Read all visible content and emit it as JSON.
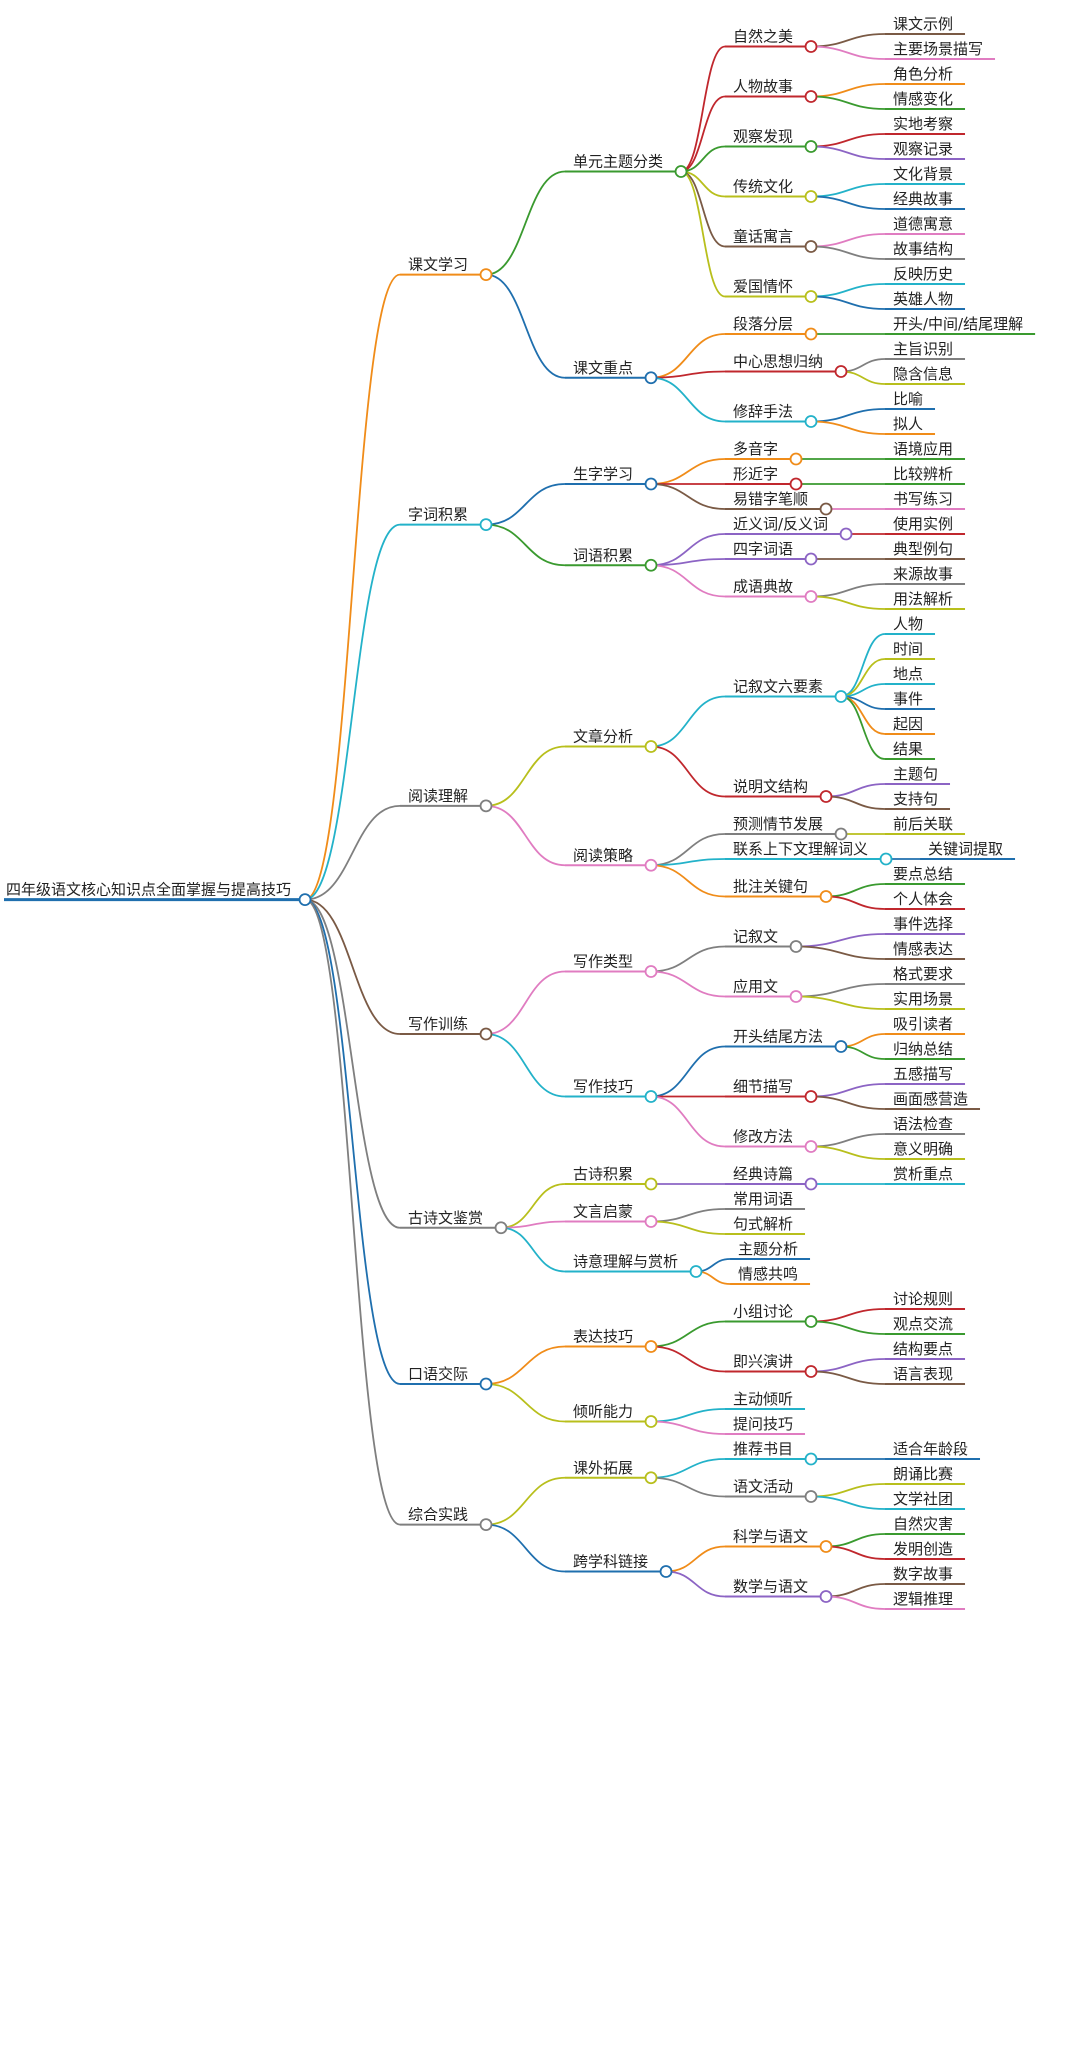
{
  "root": {
    "label": "四年级语文核心知识点全面掌握与提高技巧",
    "color": "#1f6fae",
    "children": [
      {
        "label": "课文学习",
        "color": "#f08c19",
        "children": [
          {
            "label": "单元主题分类",
            "color": "#3a9a2f",
            "children": [
              {
                "label": "自然之美",
                "color": "#c0272d",
                "children": [
                  {
                    "label": "课文示例",
                    "color": "#7a5a45"
                  },
                  {
                    "label": "主要场景描写",
                    "color": "#e07cc1"
                  }
                ]
              },
              {
                "label": "人物故事",
                "color": "#c0272d",
                "children": [
                  {
                    "label": "角色分析",
                    "color": "#f08c19"
                  },
                  {
                    "label": "情感变化",
                    "color": "#3a9a2f"
                  }
                ]
              },
              {
                "label": "观察发现",
                "color": "#3a9a2f",
                "children": [
                  {
                    "label": "实地考察",
                    "color": "#c0272d"
                  },
                  {
                    "label": "观察记录",
                    "color": "#8c64c4"
                  }
                ]
              },
              {
                "label": "传统文化",
                "color": "#b8bf1c",
                "children": [
                  {
                    "label": "文化背景",
                    "color": "#23b2c9"
                  },
                  {
                    "label": "经典故事",
                    "color": "#1f6fae"
                  }
                ]
              },
              {
                "label": "童话寓言",
                "color": "#7a5a45",
                "children": [
                  {
                    "label": "道德寓意",
                    "color": "#e07cc1"
                  },
                  {
                    "label": "故事结构",
                    "color": "#7f7f7f"
                  }
                ]
              },
              {
                "label": "爱国情怀",
                "color": "#b8bf1c",
                "children": [
                  {
                    "label": "反映历史",
                    "color": "#23b2c9"
                  },
                  {
                    "label": "英雄人物",
                    "color": "#1f6fae"
                  }
                ]
              }
            ]
          },
          {
            "label": "课文重点",
            "color": "#1f6fae",
            "children": [
              {
                "label": "段落分层",
                "color": "#f08c19",
                "children": [
                  {
                    "label": "开头/中间/结尾理解",
                    "color": "#3a9a2f"
                  }
                ]
              },
              {
                "label": "中心思想归纳",
                "color": "#c0272d",
                "children": [
                  {
                    "label": "主旨识别",
                    "color": "#7f7f7f"
                  },
                  {
                    "label": "隐含信息",
                    "color": "#b8bf1c"
                  }
                ]
              },
              {
                "label": "修辞手法",
                "color": "#23b2c9",
                "children": [
                  {
                    "label": "比喻",
                    "color": "#1f6fae"
                  },
                  {
                    "label": "拟人",
                    "color": "#f08c19"
                  }
                ]
              }
            ]
          }
        ]
      },
      {
        "label": "字词积累",
        "color": "#23b2c9",
        "children": [
          {
            "label": "生字学习",
            "color": "#1f6fae",
            "children": [
              {
                "label": "多音字",
                "color": "#f08c19",
                "children": [
                  {
                    "label": "语境应用",
                    "color": "#3a9a2f"
                  }
                ]
              },
              {
                "label": "形近字",
                "color": "#c0272d",
                "children": [
                  {
                    "label": "比较辨析",
                    "color": "#3a9a2f"
                  }
                ]
              },
              {
                "label": "易错字笔顺",
                "color": "#7a5a45",
                "children": [
                  {
                    "label": "书写练习",
                    "color": "#e07cc1"
                  }
                ]
              }
            ]
          },
          {
            "label": "词语积累",
            "color": "#3a9a2f",
            "children": [
              {
                "label": "近义词/反义词",
                "color": "#8c64c4",
                "children": [
                  {
                    "label": "使用实例",
                    "color": "#c0272d"
                  }
                ]
              },
              {
                "label": "四字词语",
                "color": "#8c64c4",
                "children": [
                  {
                    "label": "典型例句",
                    "color": "#7a5a45"
                  }
                ]
              },
              {
                "label": "成语典故",
                "color": "#e07cc1",
                "children": [
                  {
                    "label": "来源故事",
                    "color": "#7f7f7f"
                  },
                  {
                    "label": "用法解析",
                    "color": "#b8bf1c"
                  }
                ]
              }
            ]
          }
        ]
      },
      {
        "label": "阅读理解",
        "color": "#7f7f7f",
        "children": [
          {
            "label": "文章分析",
            "color": "#b8bf1c",
            "children": [
              {
                "label": "记叙文六要素",
                "color": "#23b2c9",
                "children": [
                  {
                    "label": "人物",
                    "color": "#23b2c9"
                  },
                  {
                    "label": "时间",
                    "color": "#b8bf1c"
                  },
                  {
                    "label": "地点",
                    "color": "#23b2c9"
                  },
                  {
                    "label": "事件",
                    "color": "#1f6fae"
                  },
                  {
                    "label": "起因",
                    "color": "#f08c19"
                  },
                  {
                    "label": "结果",
                    "color": "#3a9a2f"
                  }
                ]
              },
              {
                "label": "说明文结构",
                "color": "#c0272d",
                "children": [
                  {
                    "label": "主题句",
                    "color": "#8c64c4"
                  },
                  {
                    "label": "支持句",
                    "color": "#7a5a45"
                  }
                ]
              }
            ]
          },
          {
            "label": "阅读策略",
            "color": "#e07cc1",
            "children": [
              {
                "label": "预测情节发展",
                "color": "#7f7f7f",
                "children": [
                  {
                    "label": "前后关联",
                    "color": "#b8bf1c"
                  }
                ]
              },
              {
                "label": "联系上下文理解词义",
                "color": "#23b2c9",
                "children": [
                  {
                    "label": "关键词提取",
                    "color": "#1f6fae"
                  }
                ]
              },
              {
                "label": "批注关键句",
                "color": "#f08c19",
                "children": [
                  {
                    "label": "要点总结",
                    "color": "#3a9a2f"
                  },
                  {
                    "label": "个人体会",
                    "color": "#c0272d"
                  }
                ]
              }
            ]
          }
        ]
      },
      {
        "label": "写作训练",
        "color": "#7a5a45",
        "children": [
          {
            "label": "写作类型",
            "color": "#e07cc1",
            "children": [
              {
                "label": "记叙文",
                "color": "#7f7f7f",
                "children": [
                  {
                    "label": "事件选择",
                    "color": "#8c64c4"
                  },
                  {
                    "label": "情感表达",
                    "color": "#7a5a45"
                  }
                ]
              },
              {
                "label": "应用文",
                "color": "#e07cc1",
                "children": [
                  {
                    "label": "格式要求",
                    "color": "#7f7f7f"
                  },
                  {
                    "label": "实用场景",
                    "color": "#b8bf1c"
                  }
                ]
              }
            ]
          },
          {
            "label": "写作技巧",
            "color": "#23b2c9",
            "children": [
              {
                "label": "开头结尾方法",
                "color": "#1f6fae",
                "children": [
                  {
                    "label": "吸引读者",
                    "color": "#f08c19"
                  },
                  {
                    "label": "归纳总结",
                    "color": "#3a9a2f"
                  }
                ]
              },
              {
                "label": "细节描写",
                "color": "#c0272d",
                "children": [
                  {
                    "label": "五感描写",
                    "color": "#8c64c4"
                  },
                  {
                    "label": "画面感营造",
                    "color": "#7a5a45"
                  }
                ]
              },
              {
                "label": "修改方法",
                "color": "#e07cc1",
                "children": [
                  {
                    "label": "语法检查",
                    "color": "#7f7f7f"
                  },
                  {
                    "label": "意义明确",
                    "color": "#b8bf1c"
                  }
                ]
              }
            ]
          }
        ]
      },
      {
        "label": "古诗文鉴赏",
        "color": "#7f7f7f",
        "children": [
          {
            "label": "古诗积累",
            "color": "#b8bf1c",
            "children": [
              {
                "label": "经典诗篇",
                "color": "#8c64c4",
                "children": [
                  {
                    "label": "赏析重点",
                    "color": "#23b2c9"
                  }
                ]
              }
            ]
          },
          {
            "label": "文言启蒙",
            "color": "#e07cc1",
            "children": [
              {
                "label": "常用词语",
                "color": "#7f7f7f"
              },
              {
                "label": "句式解析",
                "color": "#b8bf1c"
              }
            ]
          },
          {
            "label": "诗意理解与赏析",
            "color": "#23b2c9",
            "children": [
              {
                "label": "主题分析",
                "color": "#1f6fae"
              },
              {
                "label": "情感共鸣",
                "color": "#f08c19"
              }
            ]
          }
        ]
      },
      {
        "label": "口语交际",
        "color": "#1f6fae",
        "children": [
          {
            "label": "表达技巧",
            "color": "#f08c19",
            "children": [
              {
                "label": "小组讨论",
                "color": "#3a9a2f",
                "children": [
                  {
                    "label": "讨论规则",
                    "color": "#c0272d"
                  },
                  {
                    "label": "观点交流",
                    "color": "#3a9a2f"
                  }
                ]
              },
              {
                "label": "即兴演讲",
                "color": "#c0272d",
                "children": [
                  {
                    "label": "结构要点",
                    "color": "#8c64c4"
                  },
                  {
                    "label": "语言表现",
                    "color": "#7a5a45"
                  }
                ]
              }
            ]
          },
          {
            "label": "倾听能力",
            "color": "#b8bf1c",
            "children": [
              {
                "label": "主动倾听",
                "color": "#23b2c9"
              },
              {
                "label": "提问技巧",
                "color": "#e07cc1"
              }
            ]
          }
        ]
      },
      {
        "label": "综合实践",
        "color": "#7f7f7f",
        "children": [
          {
            "label": "课外拓展",
            "color": "#b8bf1c",
            "children": [
              {
                "label": "推荐书目",
                "color": "#23b2c9",
                "children": [
                  {
                    "label": "适合年龄段",
                    "color": "#1f6fae"
                  }
                ]
              },
              {
                "label": "语文活动",
                "color": "#7f7f7f",
                "children": [
                  {
                    "label": "朗诵比赛",
                    "color": "#b8bf1c"
                  },
                  {
                    "label": "文学社团",
                    "color": "#23b2c9"
                  }
                ]
              }
            ]
          },
          {
            "label": "跨学科链接",
            "color": "#1f6fae",
            "children": [
              {
                "label": "科学与语文",
                "color": "#f08c19",
                "children": [
                  {
                    "label": "自然灾害",
                    "color": "#3a9a2f"
                  },
                  {
                    "label": "发明创造",
                    "color": "#c0272d"
                  }
                ]
              },
              {
                "label": "数学与语文",
                "color": "#8c64c4",
                "children": [
                  {
                    "label": "数字故事",
                    "color": "#7a5a45"
                  },
                  {
                    "label": "逻辑推理",
                    "color": "#e07cc1"
                  }
                ]
              }
            ]
          }
        ]
      }
    ]
  }
}
